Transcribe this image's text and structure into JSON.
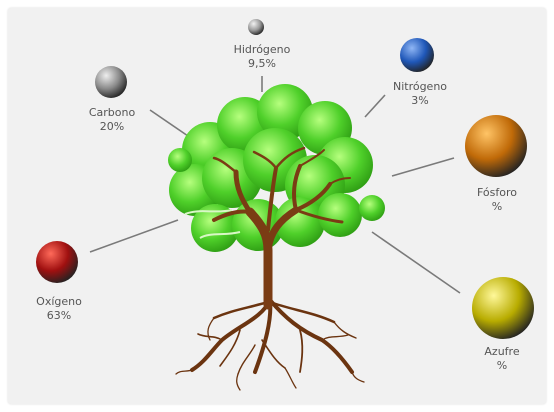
{
  "elements": [
    {
      "id": "hidrogeno",
      "name": "Hidrógeno",
      "value": "9,5%",
      "color": "#9a9a9a",
      "highlight": "#f2f2f2"
    },
    {
      "id": "carbono",
      "name": "Carbono",
      "value": "20%",
      "color": "#8a8a8a",
      "highlight": "#eeeeee"
    },
    {
      "id": "nitrogeno",
      "name": "Nitrógeno",
      "value": "3%",
      "color": "#1f57b8",
      "highlight": "#8fb6f5"
    },
    {
      "id": "fosforo",
      "name": "Fósforo",
      "value": "%",
      "color": "#c06a08",
      "highlight": "#ffc466"
    },
    {
      "id": "oxigeno",
      "name": "Oxígeno",
      "value": "63%",
      "color": "#a01010",
      "highlight": "#ff6a5a"
    },
    {
      "id": "azufre",
      "name": "Azufre",
      "value": "%",
      "color": "#b8ac00",
      "highlight": "#fff89a"
    }
  ],
  "colors": {
    "foliage": "#4fd02a",
    "foliage_dark": "#2c9a12",
    "foliage_light": "#9ef56a",
    "trunk": "#7a3c14",
    "roots": "#6b3410",
    "connector": "#7a7a7a"
  }
}
